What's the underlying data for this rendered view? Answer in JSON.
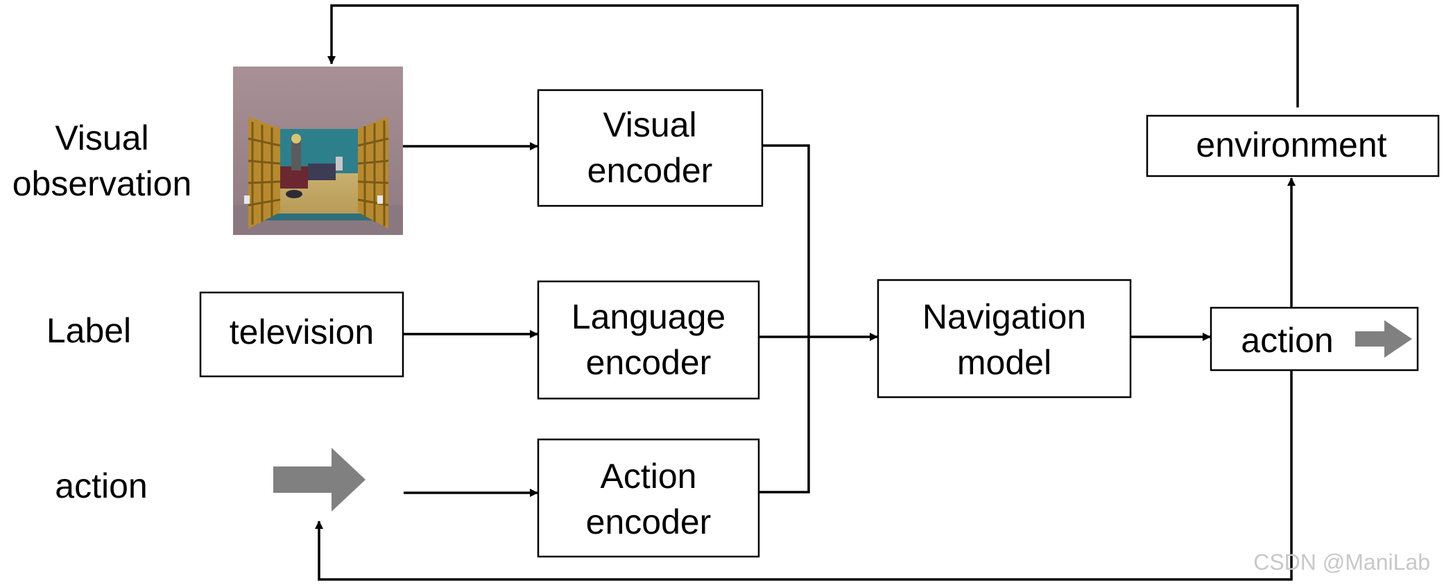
{
  "row_labels": {
    "visual_line1": "Visual",
    "visual_line2": "observation",
    "label": "Label",
    "action": "action"
  },
  "boxes": {
    "television": "television",
    "visual_encoder_line1": "Visual",
    "visual_encoder_line2": "encoder",
    "language_encoder_line1": "Language",
    "language_encoder_line2": "encoder",
    "action_encoder_line1": "Action",
    "action_encoder_line2": "encoder",
    "navigation_model_line1": "Navigation",
    "navigation_model_line2": "model",
    "action_output": "action",
    "environment": "environment"
  },
  "watermark": "CSDN @ManiLab",
  "colors": {
    "line": "#000000",
    "box_border": "#000000",
    "action_arrow": "#808080",
    "watermark": "#c8c8c8"
  }
}
